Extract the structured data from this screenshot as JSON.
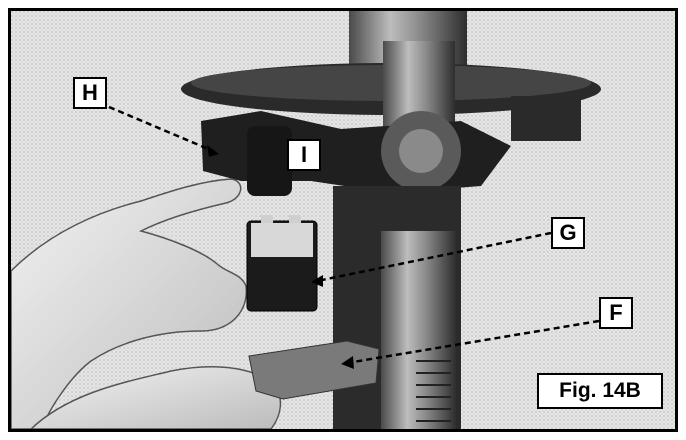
{
  "figure": {
    "caption": "Fig. 14B",
    "labels": {
      "h": "H",
      "i": "I",
      "g": "G",
      "f": "F"
    },
    "colors": {
      "border": "#000000",
      "label_bg": "#ffffff",
      "photo_tone": "#bfbfbf"
    }
  }
}
